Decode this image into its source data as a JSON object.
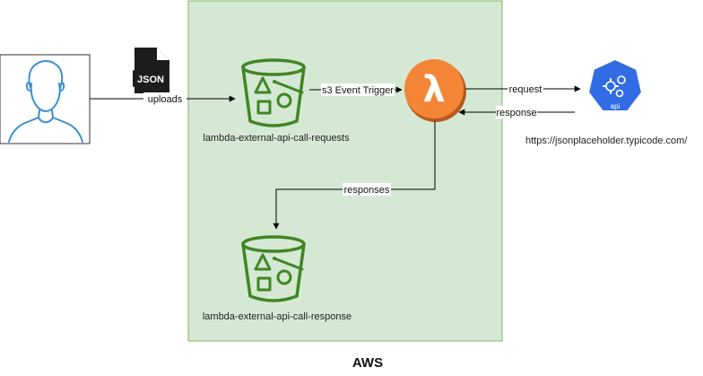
{
  "diagram": {
    "group_label": "AWS",
    "nodes": {
      "user": {
        "icon": "user-icon"
      },
      "json_file": {
        "icon": "json-file-icon",
        "text": "JSON"
      },
      "bucket_requests": {
        "icon": "s3-bucket-icon",
        "label": "lambda-external-api-call-requests"
      },
      "bucket_response": {
        "icon": "s3-bucket-icon",
        "label": "lambda-external-api-call-response"
      },
      "lambda": {
        "icon": "lambda-icon",
        "glyph": "λ"
      },
      "api": {
        "icon": "api-icon",
        "text": "api",
        "label": "https://jsonplaceholder.typicode.com/"
      }
    },
    "edges": {
      "uploads": "uploads",
      "trigger": "s3 Event Trigger",
      "request": "request",
      "response": "response",
      "responses": "responses"
    },
    "colors": {
      "aws_fill": "#d5e8d4",
      "aws_border": "#82b366",
      "bucket_green": "#3f8624",
      "lambda_orange": "#f58536",
      "api_blue": "#326ce5"
    }
  }
}
